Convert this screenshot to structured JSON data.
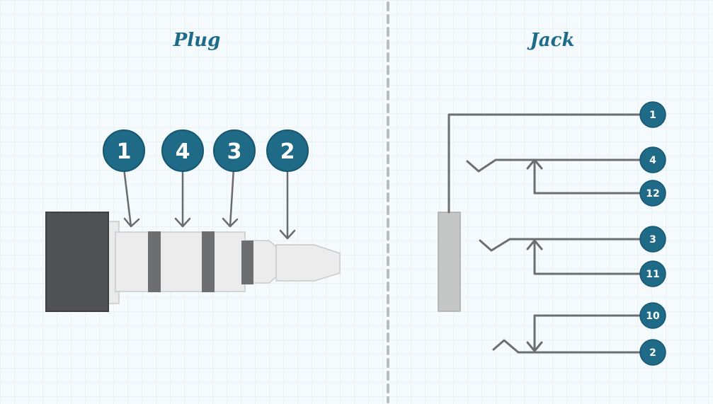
{
  "colors": {
    "background": "#f5fafc",
    "grid": "#dcebf2",
    "title": "#1d6a8a",
    "badge": "#1f6a87",
    "badge_text": "#ffffff",
    "plug_body": "#505154",
    "plug_sleeve": "#e9eaea",
    "plug_ring": "#6c6e70",
    "wire": "#6d6e70",
    "jack_body": "#c5c6c6",
    "divider": "#b8bcbf"
  },
  "plug": {
    "title": "Plug",
    "labels": [
      {
        "number": "1",
        "target": "sleeve"
      },
      {
        "number": "4",
        "target": "ring-2"
      },
      {
        "number": "3",
        "target": "ring-1"
      },
      {
        "number": "2",
        "target": "tip"
      }
    ]
  },
  "jack": {
    "title": "Jack",
    "pins": [
      "1",
      "4",
      "12",
      "3",
      "11",
      "10",
      "2"
    ]
  }
}
